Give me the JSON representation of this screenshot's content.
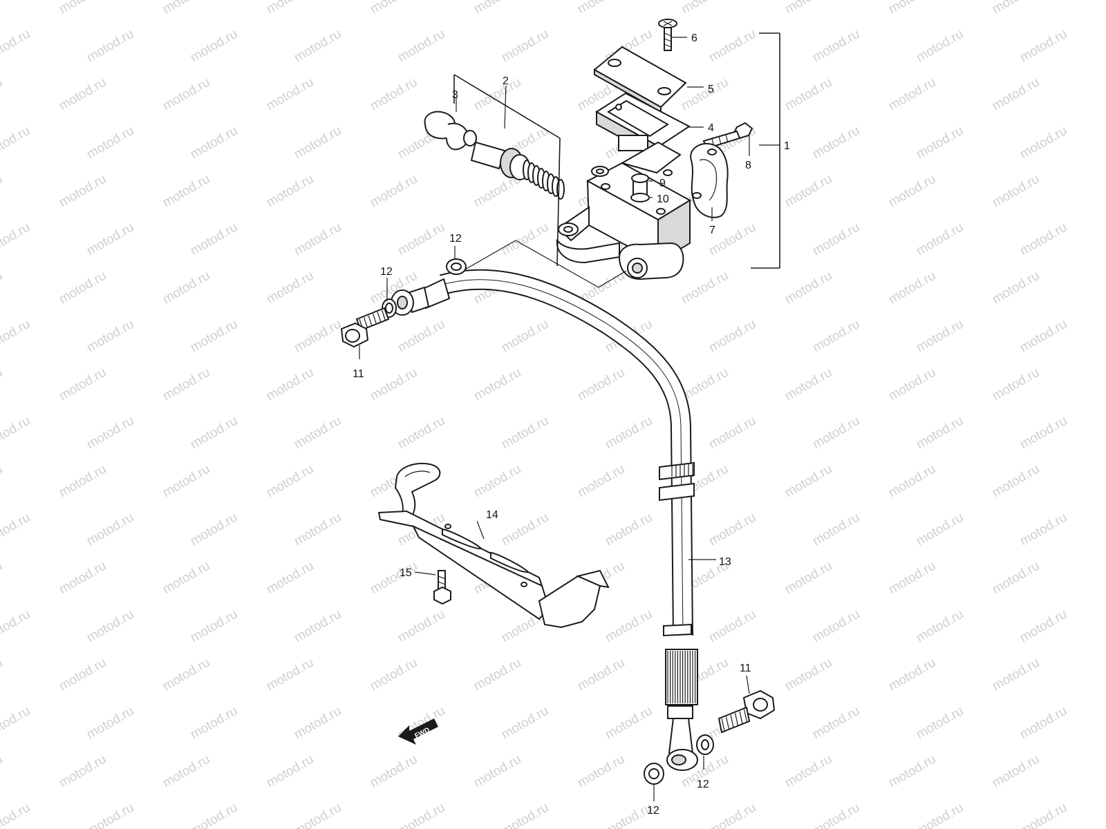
{
  "watermark": "motod.ru",
  "callouts": [
    {
      "id": "c1",
      "text": "1"
    },
    {
      "id": "c2",
      "text": "2"
    },
    {
      "id": "c3",
      "text": "3"
    },
    {
      "id": "c4",
      "text": "4"
    },
    {
      "id": "c5",
      "text": "5"
    },
    {
      "id": "c6",
      "text": "6"
    },
    {
      "id": "c7",
      "text": "7"
    },
    {
      "id": "c8",
      "text": "8"
    },
    {
      "id": "c9",
      "text": "9"
    },
    {
      "id": "c10",
      "text": "10"
    },
    {
      "id": "c11a",
      "text": "11"
    },
    {
      "id": "c11b",
      "text": "11"
    },
    {
      "id": "c12a",
      "text": "12"
    },
    {
      "id": "c12b",
      "text": "12"
    },
    {
      "id": "c12c",
      "text": "12"
    },
    {
      "id": "c12d",
      "text": "12"
    },
    {
      "id": "c13",
      "text": "13"
    },
    {
      "id": "c14",
      "text": "14"
    },
    {
      "id": "c15",
      "text": "15"
    }
  ],
  "fwd_label": "FWD"
}
